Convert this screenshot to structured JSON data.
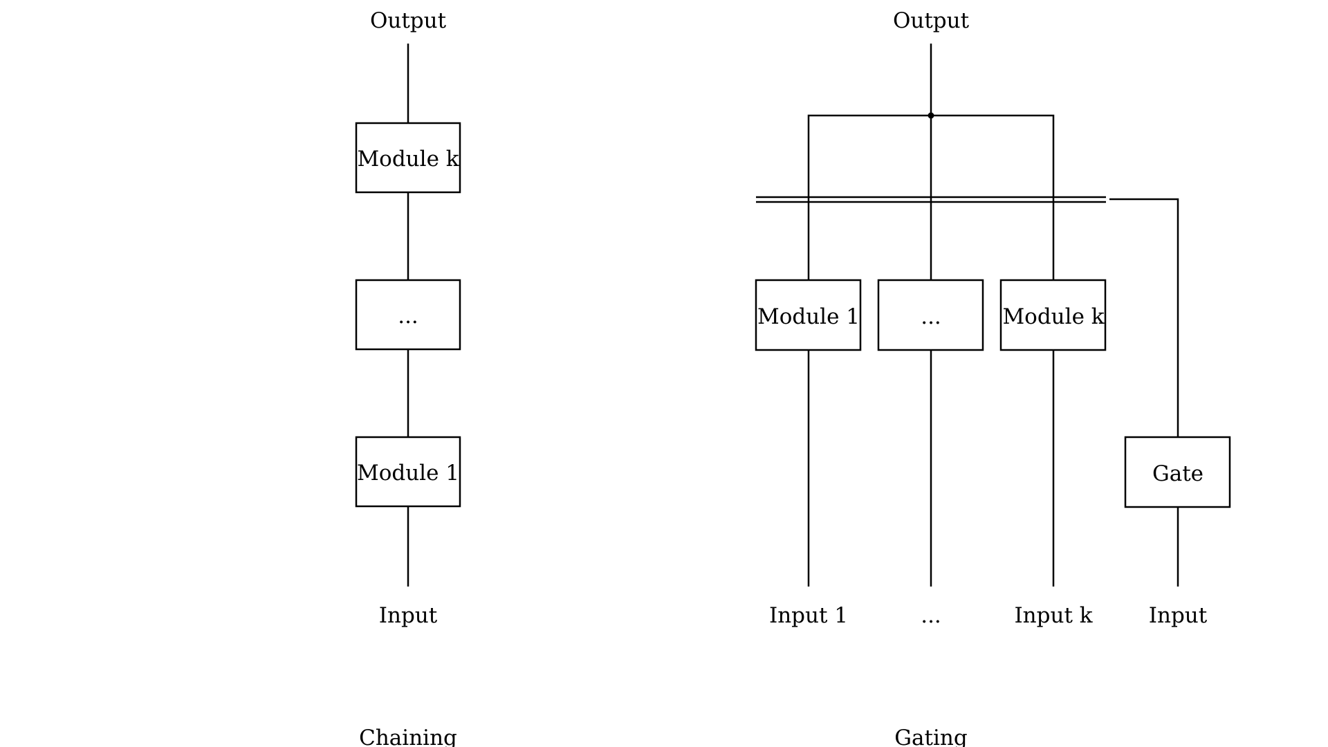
{
  "chaining": {
    "output_label": "Output",
    "input_label": "Input",
    "caption": "Chaining",
    "modules": {
      "top": "Module k",
      "middle": "...",
      "bottom": "Module 1"
    }
  },
  "gating": {
    "output_label": "Output",
    "caption": "Gating",
    "modules": {
      "first": "Module 1",
      "middle": "...",
      "last": "Module k"
    },
    "gate_label": "Gate",
    "inputs": {
      "first": "Input 1",
      "middle": "...",
      "last": "Input k",
      "gate": "Input"
    }
  }
}
